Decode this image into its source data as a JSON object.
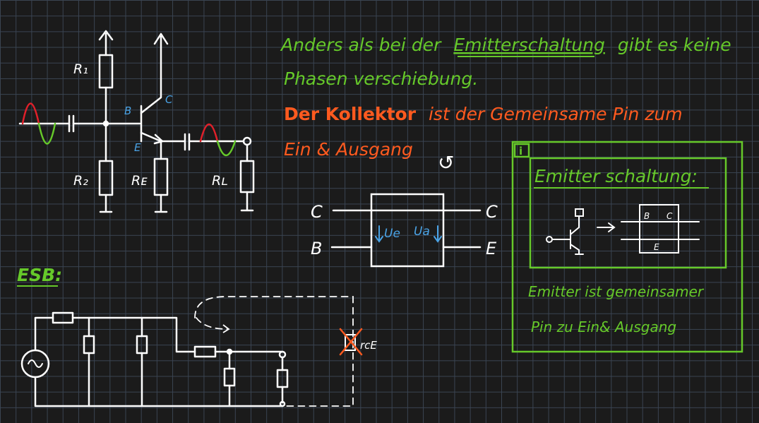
{
  "colors": {
    "ink": "#ffffff",
    "green": "#66c92a",
    "orange": "#ff5a1f",
    "red": "#e0202a",
    "blue": "#4aa3e6"
  },
  "circuit": {
    "r1": "R₁",
    "r2": "R₂",
    "re": "Rᴇ",
    "rl": "Rʟ",
    "base": "B",
    "collector": "C",
    "emitter": "E"
  },
  "notes": {
    "line1_a": "Anders als bei der",
    "line1_b": "Emitterschaltung",
    "line1_c": "gibt es keine",
    "line2": "Phasen verschiebung.",
    "line3_a": "Der Kollektor",
    "line3_b": "ist der Gemeinsame Pin zum",
    "line4": "Ein & Ausgang",
    "line4_symbol": "↺"
  },
  "block": {
    "c_left": "C",
    "b_left": "B",
    "c_right": "C",
    "e_right": "E",
    "ue": "Ue",
    "ua": "Ua"
  },
  "info_box": {
    "icon": "i",
    "title": "Emitter schaltung:",
    "b": "B",
    "c": "C",
    "e": "E",
    "note1": "Emitter ist gemeinsamer",
    "note2": "Pin zu Ein& Ausgang"
  },
  "esb": {
    "label": "ESB:",
    "rce": "rcE"
  }
}
